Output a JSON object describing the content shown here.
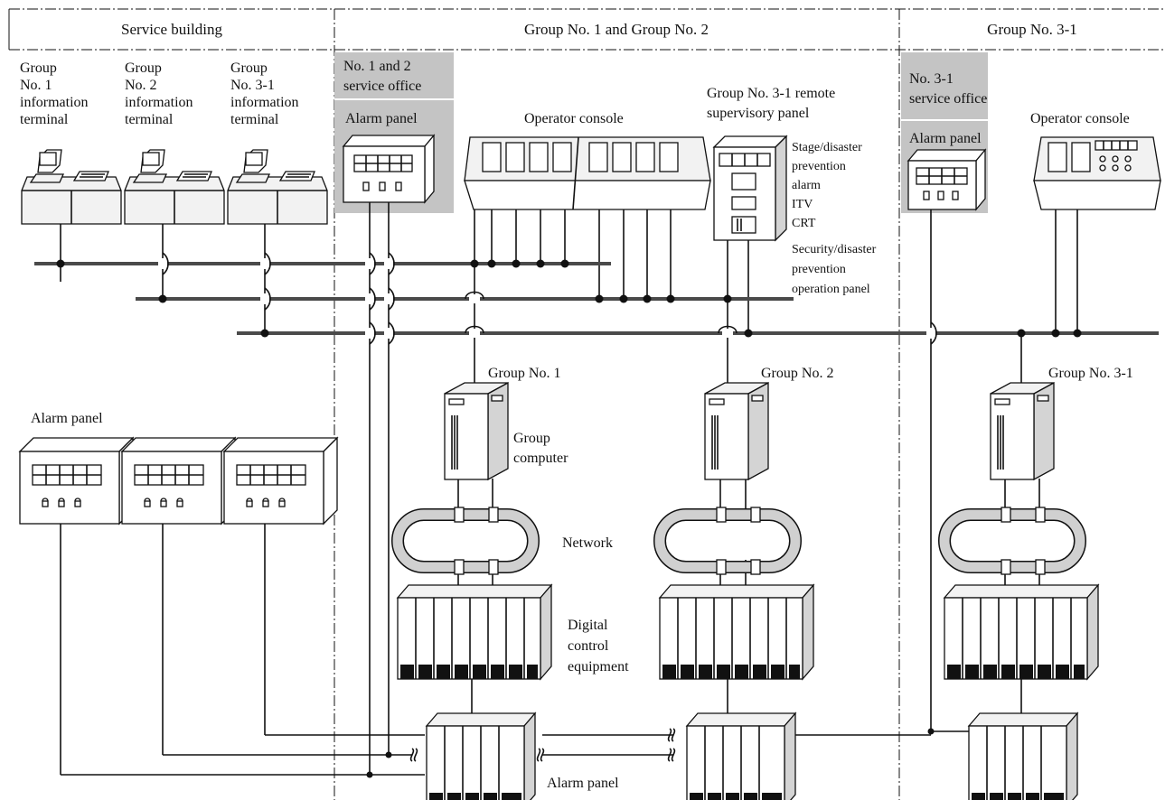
{
  "sections": {
    "service_building": "Service building",
    "group_1_2": "Group No. 1 and Group No. 2",
    "group_3_1": "Group No. 3-1"
  },
  "terminals": [
    [
      "Group",
      "No. 1",
      "information",
      "terminal"
    ],
    [
      "Group",
      "No. 2",
      "information",
      "terminal"
    ],
    [
      "Group",
      "No. 3-1",
      "information",
      "terminal"
    ]
  ],
  "office_12": [
    "No. 1 and 2",
    "service office"
  ],
  "office_31": [
    "No. 3-1",
    "service office"
  ],
  "alarm_panel": "Alarm panel",
  "operator_console": "Operator console",
  "remote_panel_title": [
    "Group No. 3-1 remote",
    "supervisory panel"
  ],
  "remote_panel_items": [
    "Stage/disaster",
    "prevention",
    "alarm",
    "ITV",
    "CRT",
    "Security/disaster",
    "prevention",
    "operation panel"
  ],
  "groups": {
    "g1": "Group No. 1",
    "g2": "Group No. 2",
    "g31": "Group No. 3-1"
  },
  "group_computer": [
    "Group",
    "computer"
  ],
  "network": "Network",
  "digital_control": [
    "Digital",
    "control",
    "equipment"
  ]
}
